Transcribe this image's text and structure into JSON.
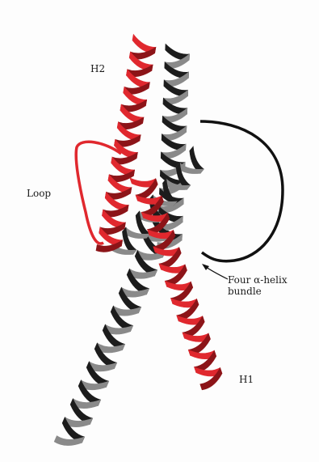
{
  "labels": {
    "h2": "H2",
    "loop": "Loop",
    "bundle_line1": "Four α-helix",
    "bundle_line2": "bundle",
    "h1": "H1"
  },
  "colors": {
    "red_helix": "#e0282e",
    "red_helix_dark": "#8c1418",
    "black_helix": "#1c1c1c",
    "black_helix_light": "#8a8a8a",
    "background": "#fdfdfd"
  }
}
